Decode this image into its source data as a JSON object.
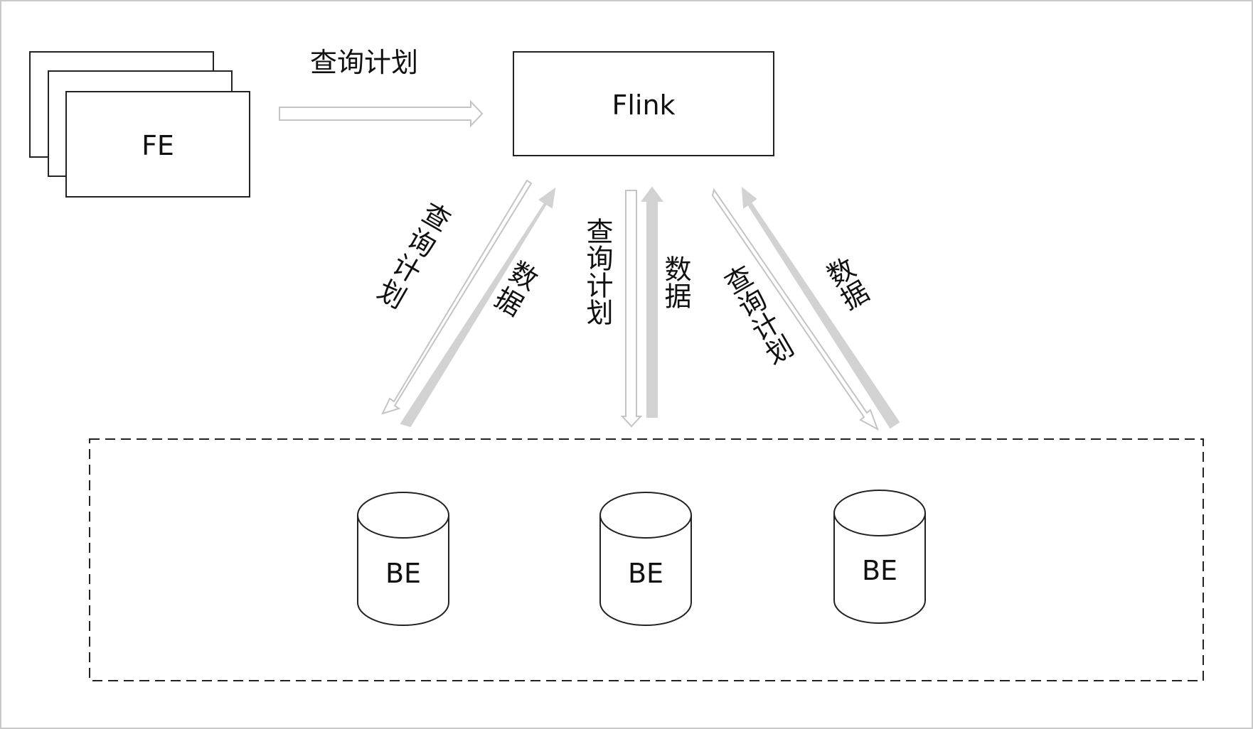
{
  "nodes": {
    "fe": {
      "label": "FE"
    },
    "flink": {
      "label": "Flink"
    },
    "be_left": {
      "label": "BE"
    },
    "be_middle": {
      "label": "BE"
    },
    "be_right": {
      "label": "BE"
    }
  },
  "edges": {
    "fe_to_flink": {
      "label": "查询计划"
    },
    "flink_to_be_left": {
      "label": "查询计划"
    },
    "be_left_to_flink": {
      "label": "数据"
    },
    "flink_to_be_middle": {
      "label": "查询计划"
    },
    "be_middle_to_flink": {
      "label": "数据"
    },
    "flink_to_be_right": {
      "label": "查询计划"
    },
    "be_right_to_flink": {
      "label": "数据"
    }
  },
  "colors": {
    "outline": "#222222",
    "plan_arrow": "#c4c4c4",
    "data_arrow": "#d2d2d2",
    "frame": "#c9c9c9"
  }
}
